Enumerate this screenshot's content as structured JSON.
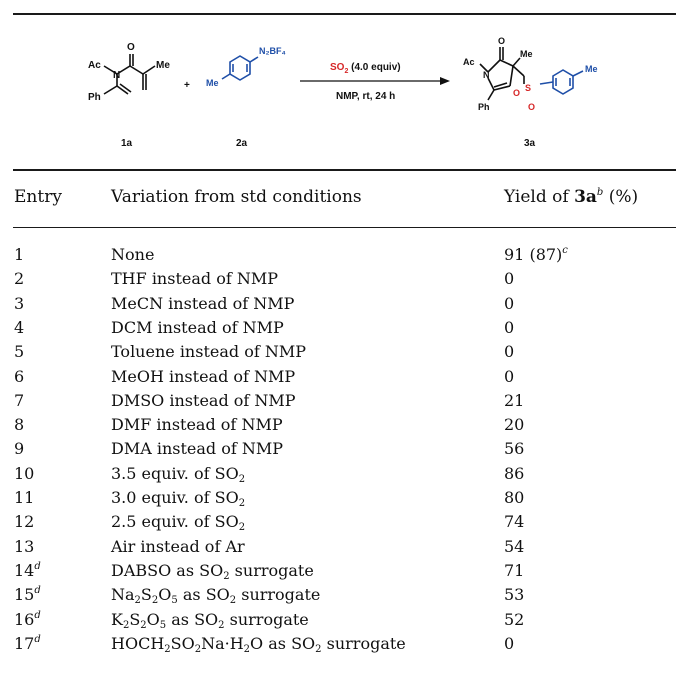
{
  "scheme": {
    "reactant1_label": "1a",
    "reactant2_label": "2a",
    "product_label": "3a",
    "plus": "+",
    "reagent_prefix": "SO",
    "reagent_sub": "2",
    "reagent_suffix": " (4.0 equiv)",
    "conditions": "NMP, rt, 24 h",
    "atoms": {
      "ac": "Ac",
      "n": "N",
      "o": "O",
      "me": "Me",
      "ph": "Ph",
      "n2bf4": "N₂BF₄",
      "s": "S"
    }
  },
  "header": {
    "entry": "Entry",
    "variation": "Variation from std conditions",
    "yield_prefix": "Yield of ",
    "yield_bold": "3a",
    "yield_sup": "b",
    "yield_suffix": " (%)"
  },
  "rows": [
    {
      "entry": "1",
      "variation": [
        "None"
      ],
      "yield": "91 (87)",
      "yield_sup": "c"
    },
    {
      "entry": "2",
      "variation": [
        "THF instead of NMP"
      ],
      "yield": "0"
    },
    {
      "entry": "3",
      "variation": [
        "MeCN instead of NMP"
      ],
      "yield": "0"
    },
    {
      "entry": "4",
      "variation": [
        "DCM instead of NMP"
      ],
      "yield": "0"
    },
    {
      "entry": "5",
      "variation": [
        "Toluene instead of NMP"
      ],
      "yield": "0"
    },
    {
      "entry": "6",
      "variation": [
        "MeOH instead of NMP"
      ],
      "yield": "0"
    },
    {
      "entry": "7",
      "variation": [
        "DMSO instead of NMP"
      ],
      "yield": "21"
    },
    {
      "entry": "8",
      "variation": [
        "DMF instead of NMP"
      ],
      "yield": "20"
    },
    {
      "entry": "9",
      "variation": [
        "DMA instead of NMP"
      ],
      "yield": "56"
    },
    {
      "entry": "10",
      "variation": [
        "3.5 equiv. of SO",
        "_2"
      ],
      "yield": "86"
    },
    {
      "entry": "11",
      "variation": [
        "3.0 equiv. of SO",
        "_2"
      ],
      "yield": "80"
    },
    {
      "entry": "12",
      "variation": [
        "2.5 equiv. of SO",
        "_2"
      ],
      "yield": "74"
    },
    {
      "entry": "13",
      "variation": [
        "Air instead of Ar"
      ],
      "yield": "54"
    },
    {
      "entry": "14",
      "entry_sup": "d",
      "variation": [
        "DABSO as SO",
        "_2",
        " surrogate"
      ],
      "yield": "71"
    },
    {
      "entry": "15",
      "entry_sup": "d",
      "variation": [
        "Na",
        "_2",
        "S",
        "_2",
        "O",
        "_5",
        " as SO",
        "_2",
        " surrogate"
      ],
      "yield": "53"
    },
    {
      "entry": "16",
      "entry_sup": "d",
      "variation": [
        "K",
        "_2",
        "S",
        "_2",
        "O",
        "_5",
        " as SO",
        "_2",
        " surrogate"
      ],
      "yield": "52"
    },
    {
      "entry": "17",
      "entry_sup": "d",
      "variation": [
        "HOCH",
        "_2",
        "SO",
        "_2",
        "Na·H",
        "_2",
        "O as SO",
        "_2",
        " surrogate"
      ],
      "yield": "0"
    }
  ]
}
